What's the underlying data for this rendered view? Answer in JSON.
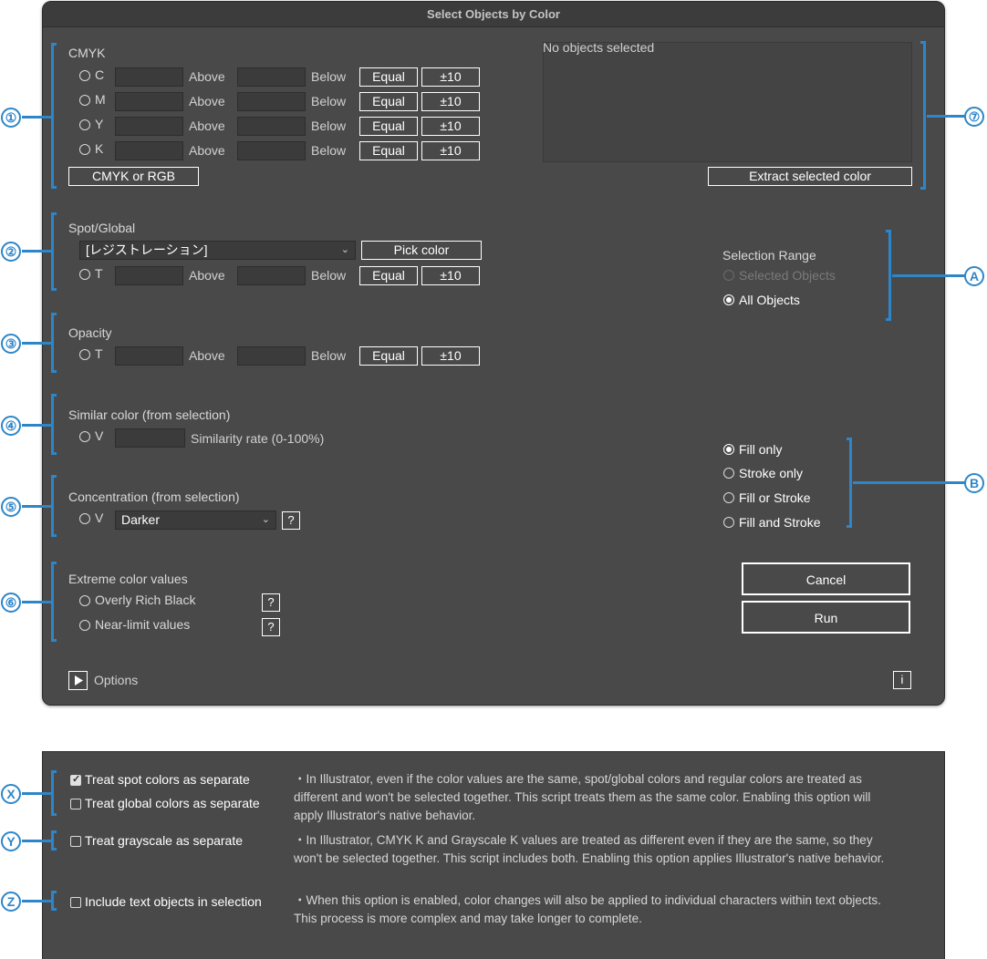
{
  "dialog": {
    "title": "Select Objects by Color",
    "cmyk": {
      "label": "CMYK",
      "rows": [
        {
          "channel": "C"
        },
        {
          "channel": "M"
        },
        {
          "channel": "Y"
        },
        {
          "channel": "K"
        }
      ],
      "above_label": "Above",
      "below_label": "Below",
      "equal_label": "Equal",
      "pm_label": "±10",
      "mode_button": "CMYK or RGB"
    },
    "preview": {
      "status": "No objects selected",
      "extract_button": "Extract selected color"
    },
    "spot": {
      "label": "Spot/Global",
      "dropdown_value": "[レジストレーション]",
      "pick_button": "Pick color",
      "channel": "T"
    },
    "opacity": {
      "label": "Opacity",
      "channel": "T"
    },
    "similar": {
      "label": "Similar color (from selection)",
      "channel": "V",
      "rate_label": "Similarity rate (0-100%)"
    },
    "concentration": {
      "label": "Concentration (from selection)",
      "channel": "V",
      "dropdown_value": "Darker",
      "help": "?"
    },
    "extreme": {
      "label": "Extreme color values",
      "items": [
        "Overly Rich Black",
        "Near-limit values"
      ],
      "help": "?"
    },
    "range": {
      "label": "Selection Range",
      "options": [
        "Selected Objects",
        "All Objects"
      ],
      "selected": "All Objects"
    },
    "target": {
      "options": [
        "Fill only",
        "Stroke only",
        "Fill or Stroke",
        "Fill and Stroke"
      ],
      "selected": "Fill only"
    },
    "cancel_button": "Cancel",
    "run_button": "Run",
    "options_toggle": "Options",
    "info_button": "i"
  },
  "markers": [
    "①",
    "②",
    "③",
    "④",
    "⑤",
    "⑥",
    "⑦",
    "A",
    "B",
    "X",
    "Y",
    "Z"
  ],
  "options_panel": {
    "checks": [
      {
        "label": "Treat spot colors as separate",
        "checked": true
      },
      {
        "label": "Treat global colors as separate",
        "checked": false
      },
      {
        "label": "Treat grayscale as separate",
        "checked": false
      },
      {
        "label": "Include text objects in selection",
        "checked": false
      }
    ],
    "descriptions": [
      "・In Illustrator, even if the color values are the same, spot/global colors and regular colors are treated as different and won't be selected together. This script treats them as the same color. Enabling this option will apply Illustrator's native behavior.",
      "・In Illustrator, CMYK K and Grayscale K values are treated as different even if they are the same, so they won't be selected together. This script includes both. Enabling this option applies Illustrator's native behavior.",
      "・When this option is enabled, color changes will also be applied to individual characters within text objects. This process is more complex and may take longer to complete."
    ]
  },
  "colors": {
    "accent": "#2e86c8",
    "dialog_bg": "#494949"
  }
}
